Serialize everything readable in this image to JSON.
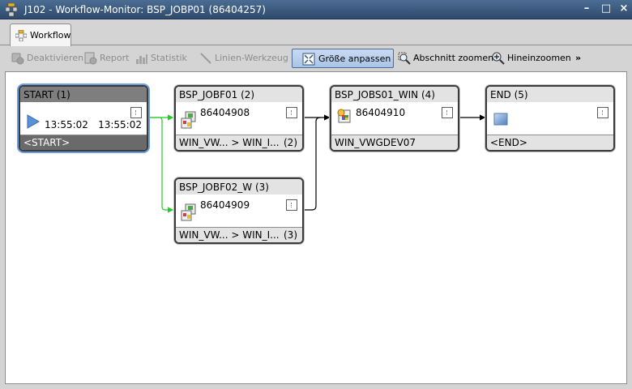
{
  "window": {
    "title": "J102 - Workflow-Monitor: BSP_JOBP01 (86404257)",
    "minimize": "–",
    "maximize": "□",
    "close": "×"
  },
  "tabs": [
    {
      "label": "Workflow",
      "selected": true
    }
  ],
  "toolbar": {
    "deactivate": "Deaktivieren",
    "report": "Report",
    "statistics": "Statistik",
    "line_tool": "Linien-Werkzeug",
    "fit_size": "Größe anpassen",
    "zoom_section": "Abschnitt zoomen",
    "zoom_in": "Hineinzoomen",
    "more": "»"
  },
  "nodes": {
    "start": {
      "header": "START (1)",
      "start_time": "13:55:02",
      "end_time": "13:55:02",
      "footer": "<START>"
    },
    "jobf01": {
      "header": "BSP_JOBF01 (2)",
      "run_id": "86404908",
      "footer": "WIN_VW... > WIN_I...",
      "footer_count": "(2)"
    },
    "jobf02": {
      "header": "BSP_JOBF02_W (3)",
      "run_id": "86404909",
      "footer": "WIN_VW... > WIN_I...",
      "footer_count": "(3)"
    },
    "jobs01": {
      "header": "BSP_JOBS01_WIN (4)",
      "run_id": "86404910",
      "footer": "WIN_VWGDEV07"
    },
    "end": {
      "header": "END (5)",
      "footer": "<END>"
    }
  },
  "colors": {
    "titlebar": "#3a5a80",
    "active_button": "#b8cfee",
    "success_line": "#22cc22",
    "node_border": "#3b3b3b",
    "start_selection": "#6b9ee0"
  }
}
